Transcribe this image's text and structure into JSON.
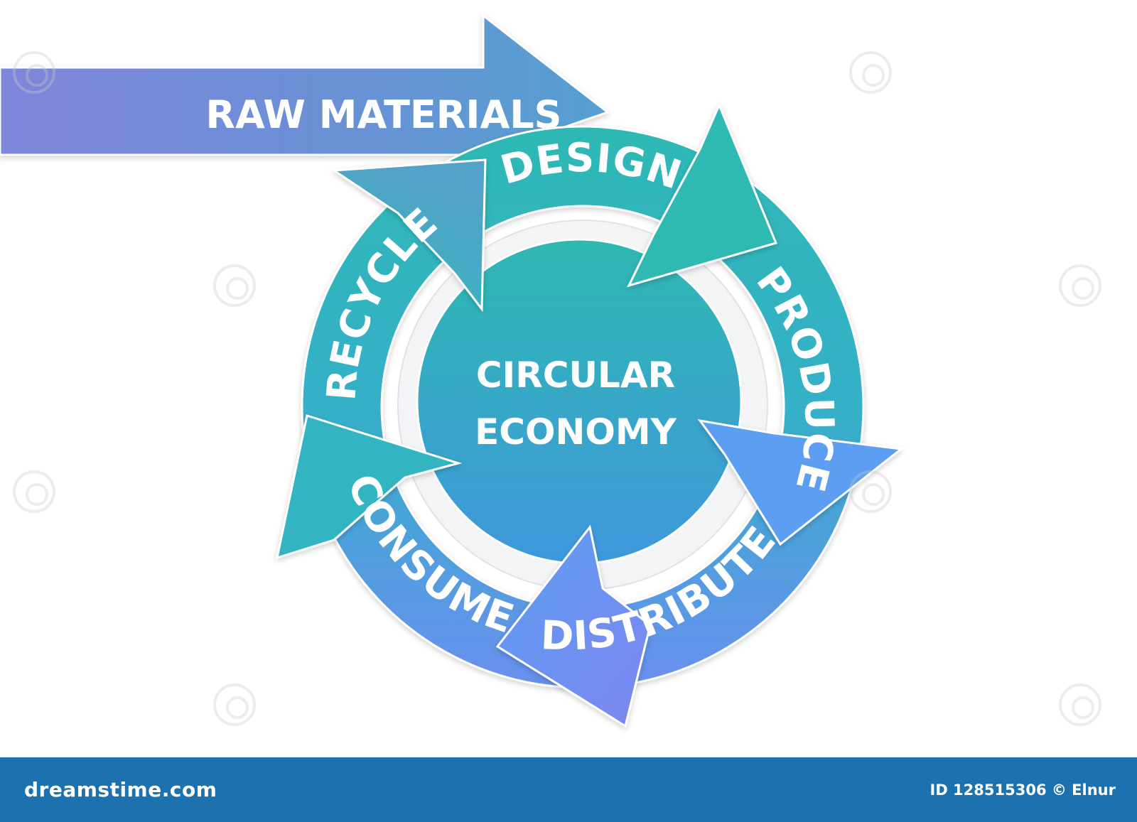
{
  "diagram": {
    "input_label": "RAW MATERIALS",
    "center_line1": "CIRCULAR",
    "center_line2": "ECONOMY",
    "stages": [
      "DESIGN",
      "PRODUCE",
      "DISTRIBUTE",
      "CONSUME",
      "RECYCLE"
    ],
    "colors": {
      "teal": "#2eb8b4",
      "mid_blue": "#48a8d8",
      "periwinkle": "#7b8bee",
      "purple": "#7f86db",
      "footer": "#1b72ae"
    }
  },
  "footer": {
    "brand": "dreamstime.com",
    "stock_id": "ID 128515306 © Elnur"
  }
}
